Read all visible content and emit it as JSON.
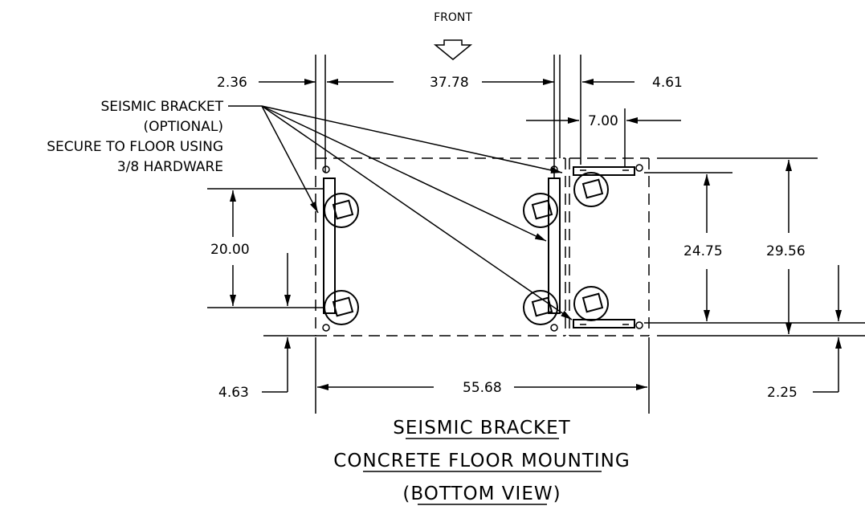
{
  "front_label": "FRONT",
  "callout": {
    "line1": "SEISMIC BRACKET",
    "line2": "(OPTIONAL)",
    "line3": "SECURE TO FLOOR USING",
    "line4": "3/8 HARDWARE"
  },
  "dimensions": {
    "left_offset": "2.36",
    "center_width": "37.78",
    "right_offset": "4.61",
    "bracket_width": "7.00",
    "left_height": "20.00",
    "inner_height": "24.75",
    "overall_height": "29.56",
    "bottom_left": "4.63",
    "overall_width": "55.68",
    "bottom_right": "2.25"
  },
  "title": {
    "line1": "SEISMIC BRACKET",
    "line2": "CONCRETE FLOOR MOUNTING",
    "line3": "(BOTTOM VIEW)"
  }
}
